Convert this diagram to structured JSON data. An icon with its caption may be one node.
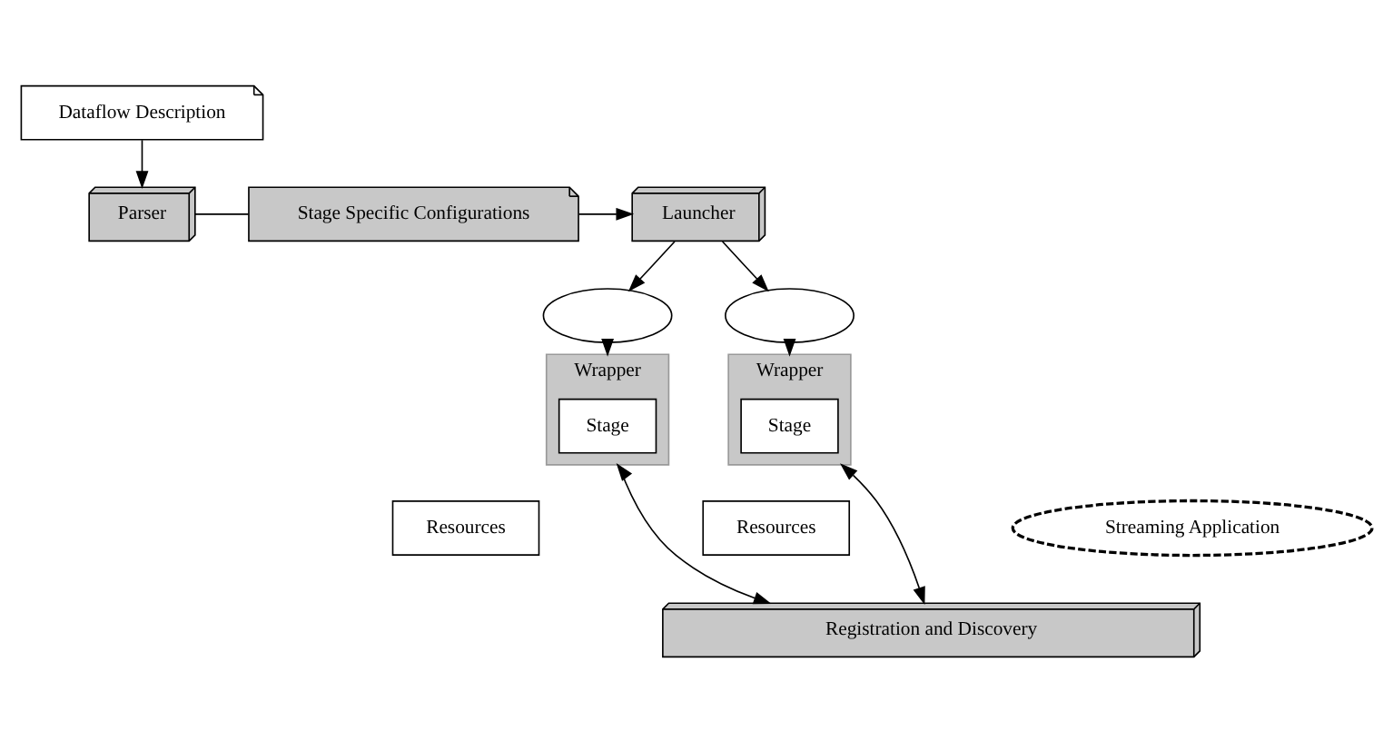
{
  "diagram": {
    "nodes": [
      {
        "text": [
          "Dataflow Description"
        ]
      },
      {
        "text": [
          "Parser"
        ]
      },
      {
        "text": [
          "Stage Specific Configurations"
        ]
      },
      {
        "text": [
          "Launcher"
        ]
      },
      {
        "text": [],
        "shape": "ellipse"
      },
      {
        "text": [],
        "shape": "ellipse"
      },
      {
        "text": [
          "Streaming Application"
        ]
      },
      {
        "text": [
          "Wrapper"
        ]
      },
      {
        "text": [
          "Stage"
        ],
        "in": 7
      },
      {
        "text": [
          "Resources"
        ]
      },
      {
        "text": [
          "Wrapper"
        ]
      },
      {
        "text": [
          "Stage"
        ],
        "in": 10
      },
      {
        "text": [
          "Resources"
        ]
      },
      {
        "text": [
          "Registration and Discovery"
        ]
      }
    ],
    "edges": [
      {
        "from": 0,
        "to": 1,
        "arrow": "to"
      },
      {
        "from": 1,
        "to": 2,
        "arrow": "none"
      },
      {
        "from": 2,
        "to": 3,
        "arrow": "to"
      },
      {
        "from": 3,
        "to": 4,
        "arrow": "to"
      },
      {
        "from": 3,
        "to": 5,
        "arrow": "to"
      },
      {
        "from": 4,
        "to": 7,
        "arrow": "to"
      },
      {
        "from": 5,
        "to": 10,
        "arrow": "to"
      },
      {
        "from": 7,
        "to": 13,
        "arrow": "both"
      },
      {
        "from": 10,
        "to": 13,
        "arrow": "both"
      }
    ]
  }
}
